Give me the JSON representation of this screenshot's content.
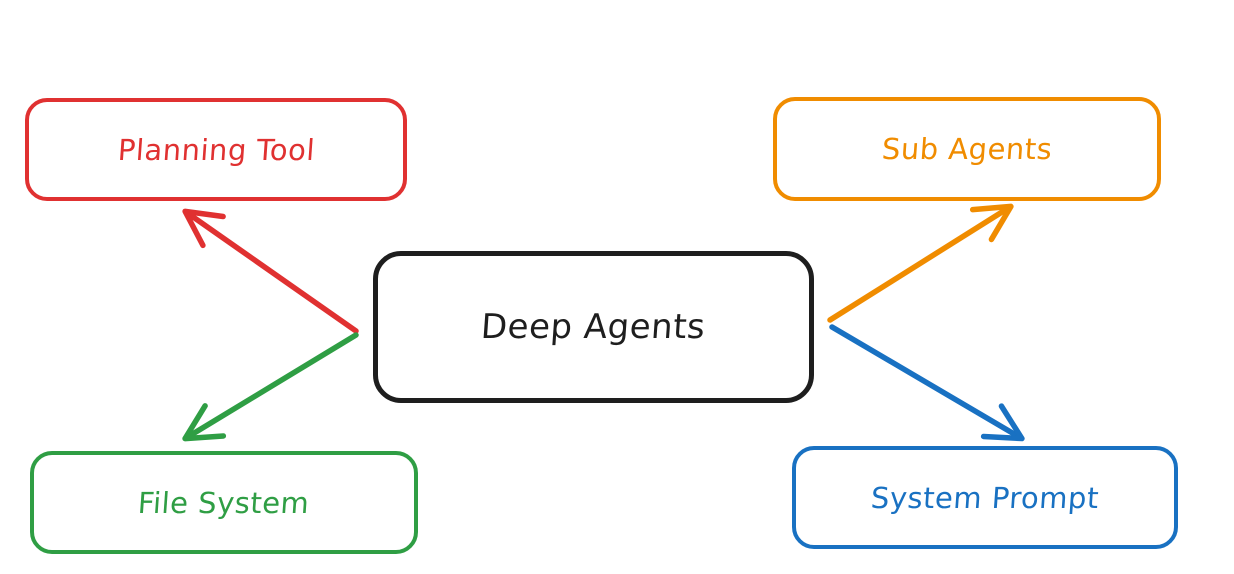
{
  "diagram": {
    "background": "#ffffff",
    "center": {
      "id": "deep-agents",
      "label": "Deep Agents",
      "color": "#1e1e1e"
    },
    "nodes": [
      {
        "id": "planning-tool",
        "label": "Planning Tool",
        "color": "#e03131",
        "position": "top-left"
      },
      {
        "id": "sub-agents",
        "label": "Sub Agents",
        "color": "#f08c00",
        "position": "top-right"
      },
      {
        "id": "file-system",
        "label": "File System",
        "color": "#2f9e44",
        "position": "bottom-left"
      },
      {
        "id": "system-prompt",
        "label": "System Prompt",
        "color": "#1971c2",
        "position": "bottom-right"
      }
    ],
    "edges": [
      {
        "from": "deep-agents",
        "to": "planning-tool",
        "color": "#e03131",
        "direction": "up-left"
      },
      {
        "from": "deep-agents",
        "to": "sub-agents",
        "color": "#f08c00",
        "direction": "up-right"
      },
      {
        "from": "deep-agents",
        "to": "file-system",
        "color": "#2f9e44",
        "direction": "down-left"
      },
      {
        "from": "deep-agents",
        "to": "system-prompt",
        "color": "#1971c2",
        "direction": "down-right"
      }
    ]
  }
}
